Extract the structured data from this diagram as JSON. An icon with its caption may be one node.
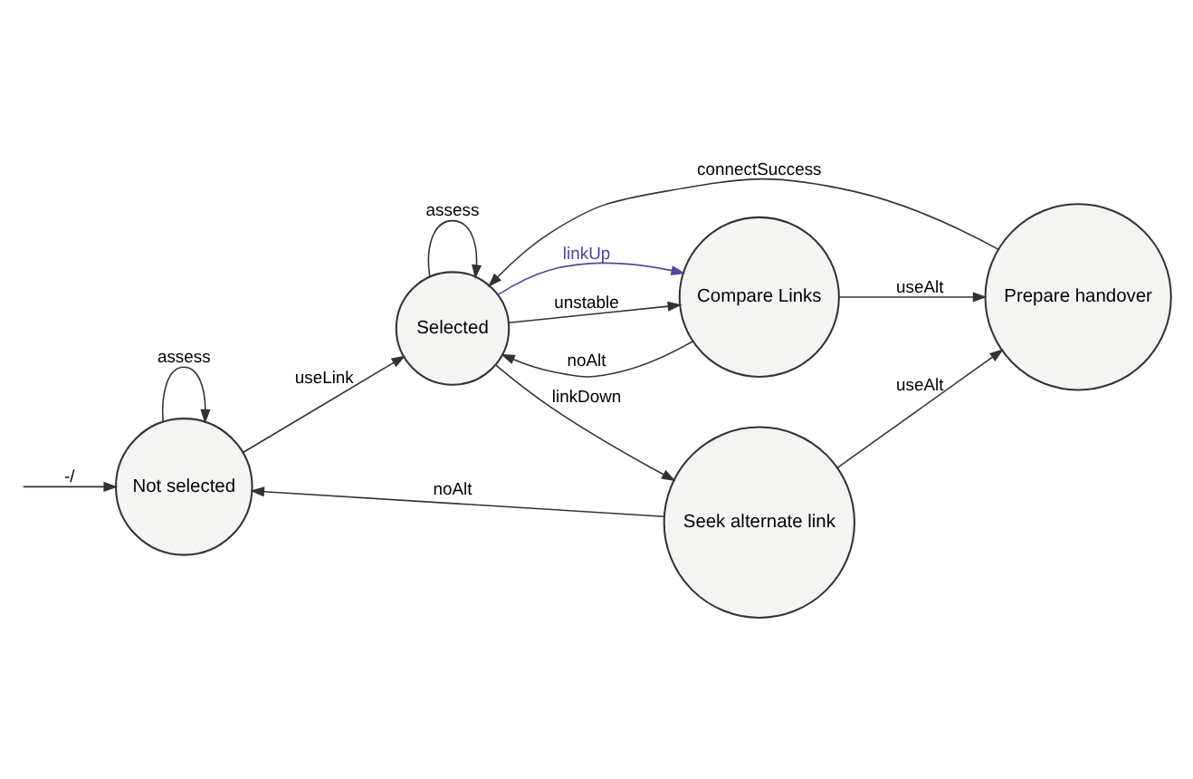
{
  "diagram": {
    "nodes": [
      {
        "text": [
          "Not selected"
        ]
      },
      {
        "text": [
          "Selected"
        ]
      },
      {
        "text": [
          "Compare Links"
        ]
      },
      {
        "text": [
          "Seek alternate link"
        ]
      },
      {
        "text": [
          "Prepare handover"
        ]
      }
    ],
    "edges": [
      {
        "from": null,
        "to": 0,
        "arrow": "to",
        "label": "-/"
      },
      {
        "from": 0,
        "to": 0,
        "arrow": "to",
        "label": "assess"
      },
      {
        "from": 0,
        "to": 1,
        "arrow": "to",
        "label": "useLink"
      },
      {
        "from": 1,
        "to": 1,
        "arrow": "to",
        "label": "assess"
      },
      {
        "from": 2,
        "to": 1,
        "arrow": "to",
        "label": "noAlt"
      },
      {
        "from": 1,
        "to": 2,
        "arrow": "to",
        "label": "linkUp",
        "color": "#4a4a9a"
      },
      {
        "from": 1,
        "to": 2,
        "arrow": "to",
        "label": "unstable"
      },
      {
        "from": 1,
        "to": 3,
        "arrow": "to",
        "label": "linkDown"
      },
      {
        "from": 3,
        "to": 0,
        "arrow": "to",
        "label": "noAlt"
      },
      {
        "from": 4,
        "to": 1,
        "arrow": "to",
        "label": "connectSuccess"
      },
      {
        "from": 2,
        "to": 4,
        "arrow": "to",
        "label": "useAlt"
      },
      {
        "from": 3,
        "to": 4,
        "arrow": "to",
        "label": "useAlt"
      }
    ]
  }
}
